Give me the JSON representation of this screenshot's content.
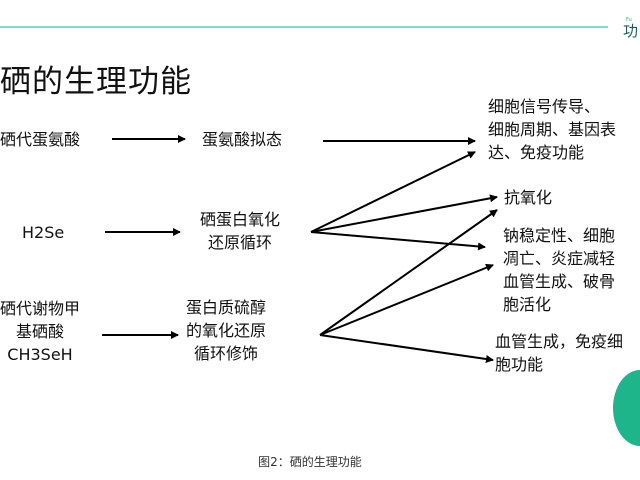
{
  "header": {
    "logo_small": "Fu",
    "logo_char": "功"
  },
  "title": "硒的生理功能",
  "sources": [
    "硒代蛋氨酸",
    "H2Se",
    "硒代谢物甲\n基硒酸\nCH3SeH"
  ],
  "intermediates": [
    "蛋氨酸拟态",
    "硒蛋白氧化\n还原循环",
    "蛋白质硫醇\n的氧化还原\n循环修饰"
  ],
  "targets": [
    "细胞信号传导、\n细胞周期、基因表\n达、免疫功能",
    "抗氧化",
    "钠稳定性、细胞\n凋亡、炎症减轻\n血管生成、破骨\n胞活化",
    "血管生成，免疫细\n胞功能"
  ],
  "caption": "图2：硒的生理功能",
  "colors": {
    "accent": "#1fb58b",
    "topline": "#7fdcc8"
  }
}
